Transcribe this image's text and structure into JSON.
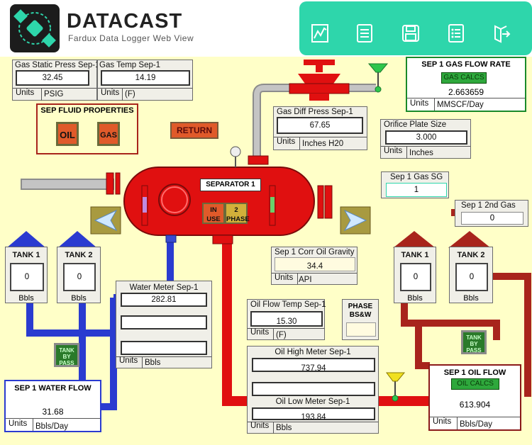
{
  "header": {
    "brand": "DATACAST",
    "subtitle": "Fardux Data Logger Web View",
    "nav_icons": [
      "chart-icon",
      "report-icon",
      "save-icon",
      "list-icon",
      "exit-icon"
    ]
  },
  "colors": {
    "background": "#ffffc8",
    "nav_bar": "#2ed6ab",
    "pipe_red": "#e01010",
    "pipe_blue": "#2a3bd0",
    "pipe_gray": "#b8b8b8",
    "pipe_darkred": "#a8241c"
  },
  "gas_static_press": {
    "title": "Gas Static Press Sep-1",
    "value": "32.45",
    "units_label": "Units",
    "units": "PSIG"
  },
  "gas_temp": {
    "title": "Gas Temp Sep-1",
    "value": "14.19",
    "units_label": "Units",
    "units": "(F)"
  },
  "gas_flow_rate": {
    "title": "SEP 1 GAS FLOW RATE",
    "button": "GAS CALCS",
    "value": "2.663659",
    "units_label": "Units",
    "units": "MMSCF/Day"
  },
  "sep_fluid": {
    "title": "SEP FLUID PROPERTIES",
    "oil_button": "OIL",
    "gas_button": "GAS"
  },
  "return_button": "RETURN",
  "gas_diff_press": {
    "title": "Gas Diff Press Sep-1",
    "value": "67.65",
    "units_label": "Units",
    "units": "Inches H20"
  },
  "orifice_plate": {
    "title": "Orifice Plate Size",
    "value": "3.000",
    "units_label": "Units",
    "units": "Inches"
  },
  "gas_sg": {
    "title": "Sep 1 Gas SG",
    "value": "1"
  },
  "second_gas": {
    "title": "Sep 1 2nd Gas",
    "value": "0"
  },
  "separator": {
    "label": "SEPARATOR 1",
    "in_use": "IN USE",
    "phase": "2 PHASE"
  },
  "left_tanks": [
    {
      "name": "TANK 1",
      "value": "0",
      "unit": "Bbls"
    },
    {
      "name": "TANK 2",
      "value": "0",
      "unit": "Bbls"
    }
  ],
  "right_tanks": [
    {
      "name": "TANK 1",
      "value": "0",
      "unit": "Bbls"
    },
    {
      "name": "TANK 2",
      "value": "0",
      "unit": "Bbls"
    }
  ],
  "corr_oil_gravity": {
    "title": "Sep 1 Corr Oil Gravity",
    "value": "34.4",
    "units_label": "Units",
    "units": "API"
  },
  "water_meter": {
    "title": "Water Meter Sep-1",
    "value": "282.81",
    "value2": "",
    "value3": "",
    "units_label": "Units",
    "units": "Bbls"
  },
  "oil_flow_temp": {
    "title": "Oil Flow Temp Sep-1",
    "value": "15.30",
    "units_label": "Units",
    "units": "(F)"
  },
  "phase_bsw": {
    "title_line1": "PHASE",
    "title_line2": "BS&W",
    "value": ""
  },
  "tank_bypass_left": "TANK BY PASS",
  "tank_bypass_right": "TANK BY PASS",
  "water_flow": {
    "title": "SEP 1 WATER FLOW",
    "value": "31.68",
    "units_label": "Units",
    "units": "Bbls/Day"
  },
  "oil_meters": {
    "high_title": "Oil High Meter Sep-1",
    "high_value": "737.94",
    "mid_value": "",
    "low_title": "Oil Low Meter Sep-1",
    "low_value": "193.84",
    "units_label": "Units",
    "units": "Bbls"
  },
  "oil_flow": {
    "title": "SEP 1 OIL FLOW",
    "button": "OIL CALCS",
    "value": "613.904",
    "units_label": "Units",
    "units": "Bbls/Day"
  }
}
